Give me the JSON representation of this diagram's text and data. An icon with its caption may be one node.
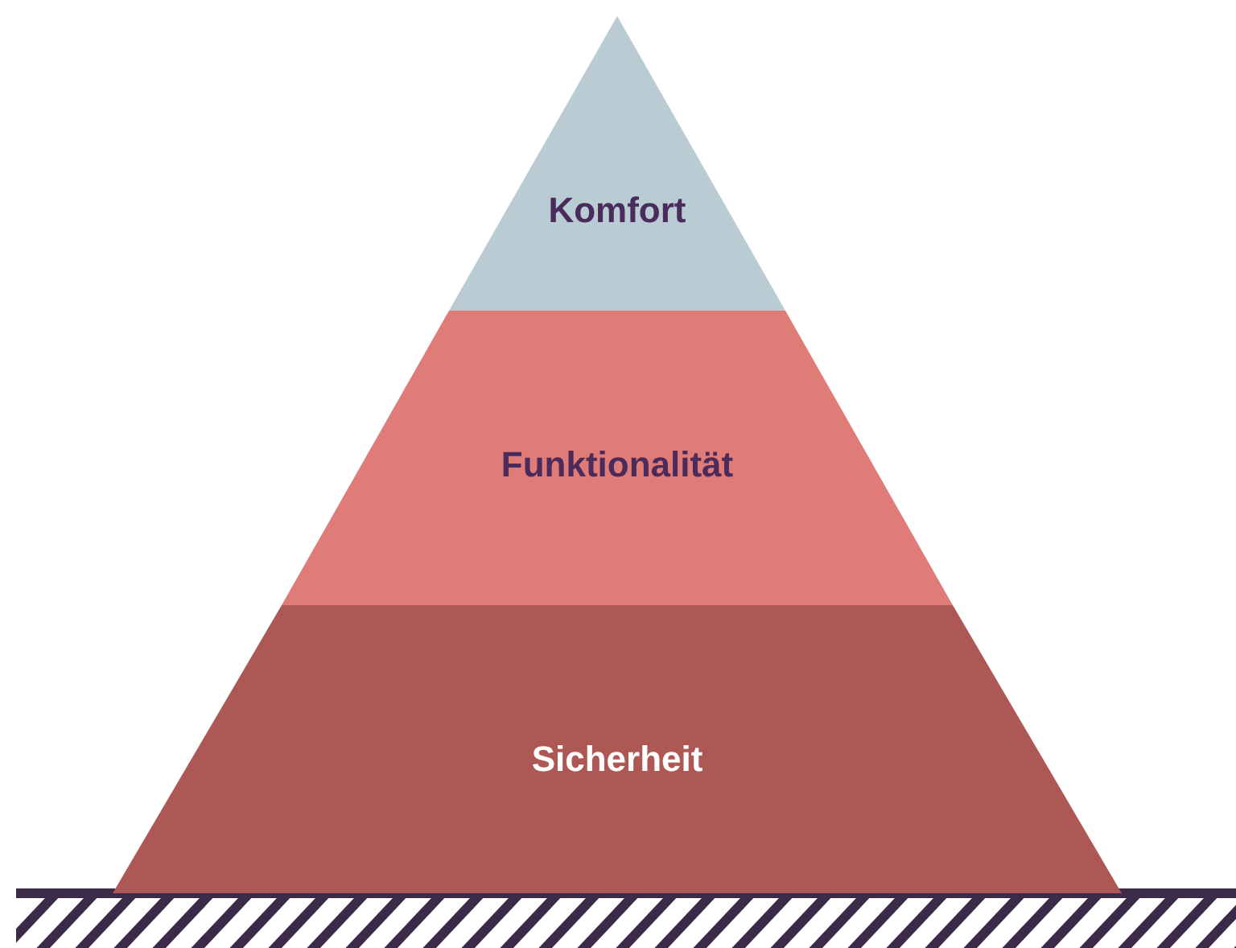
{
  "diagram": {
    "nodes": [
      {
        "text": [
          "Komfort"
        ]
      },
      {
        "text": [
          "Funktionalität"
        ]
      },
      {
        "text": [
          "Sicherheit"
        ]
      }
    ]
  }
}
